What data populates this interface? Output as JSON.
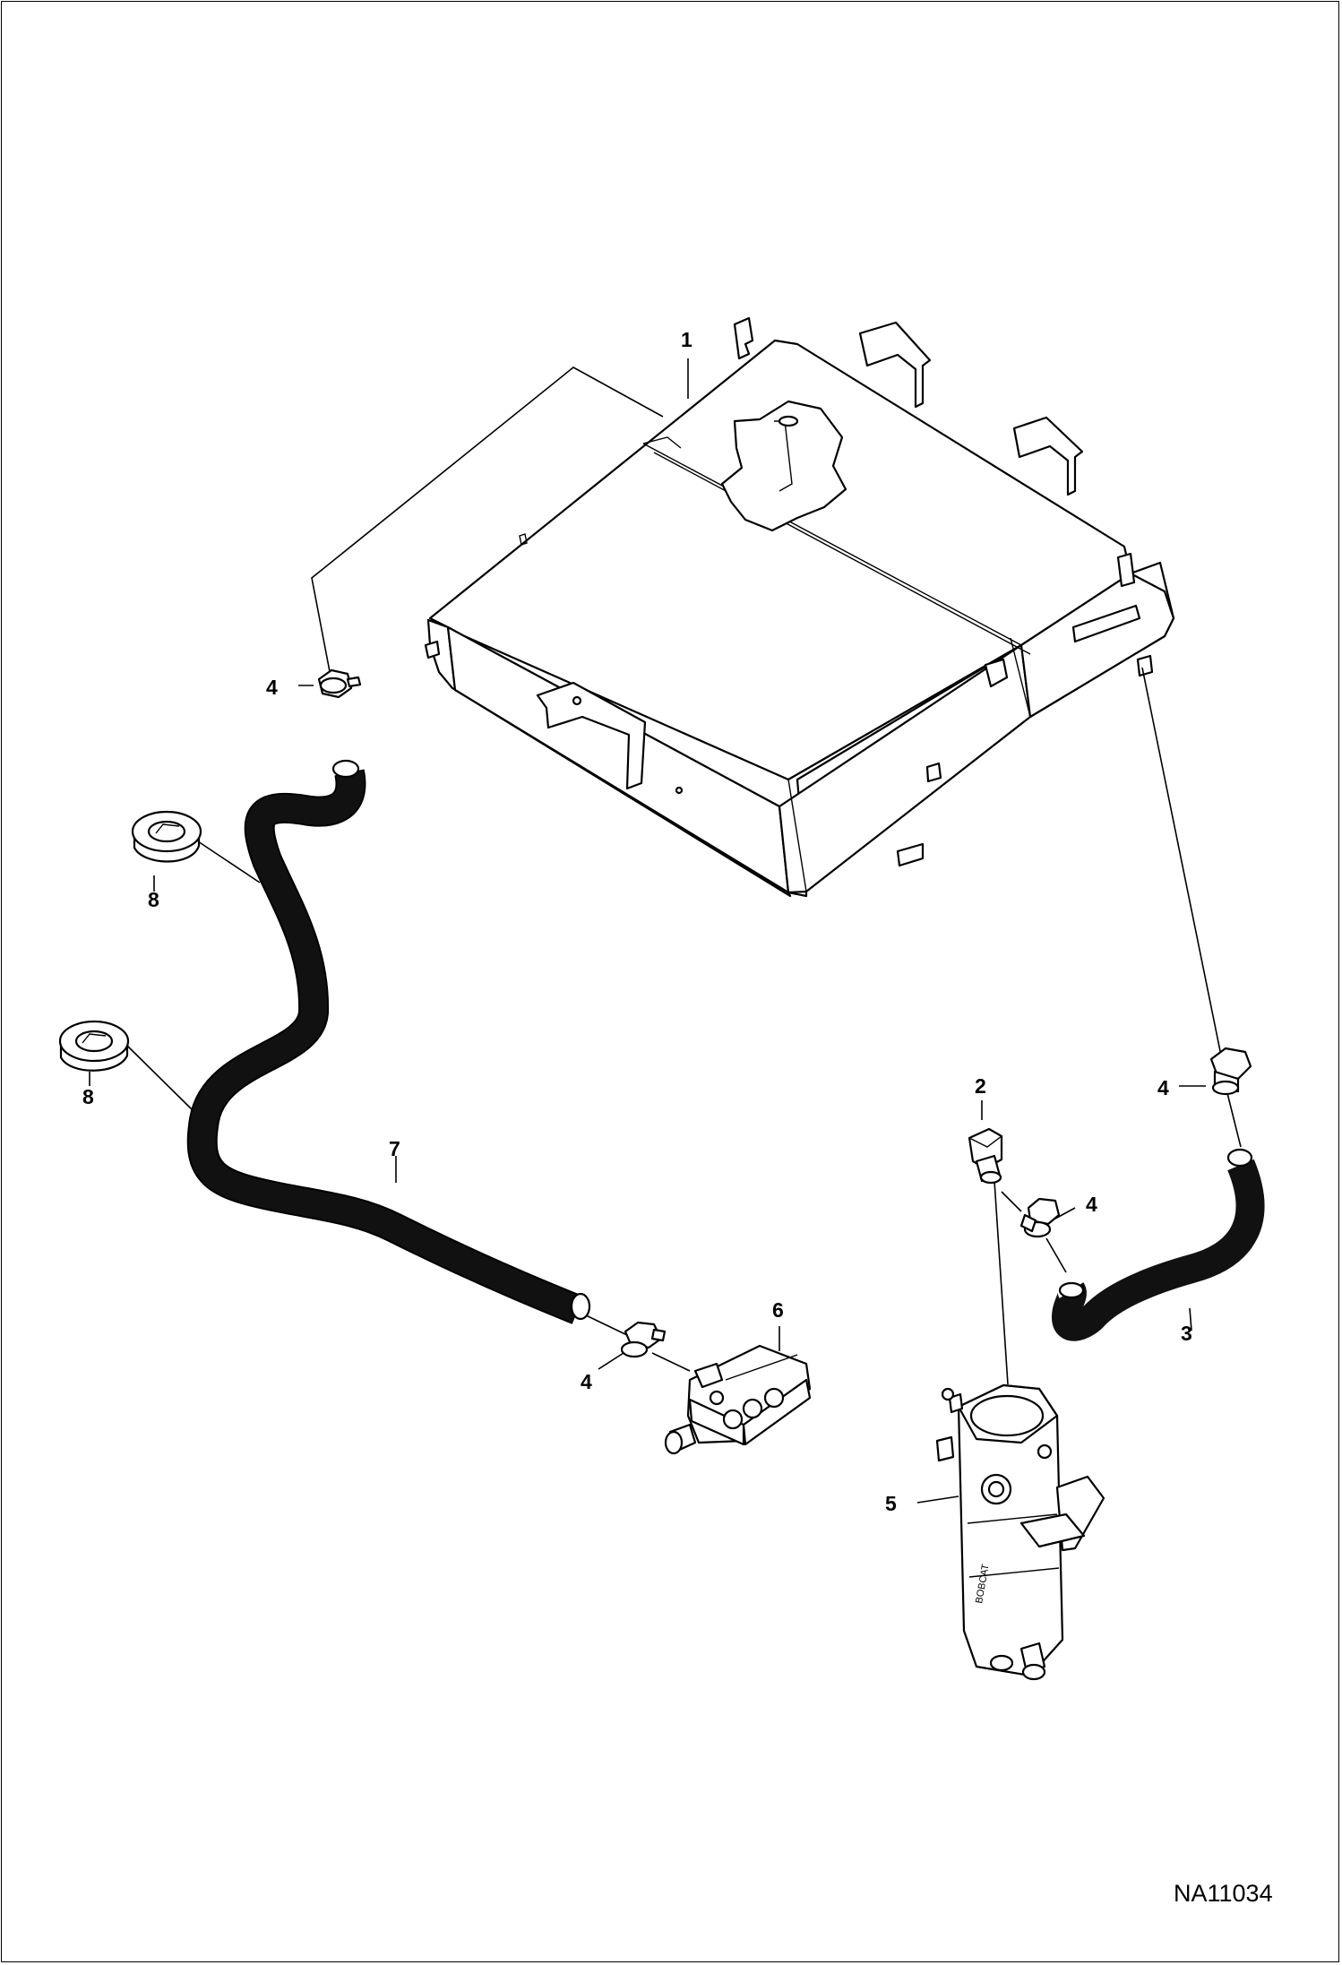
{
  "figure_id": "NA11034",
  "callouts": {
    "c1": "1",
    "c2": "2",
    "c3": "3",
    "c4a": "4",
    "c4b": "4",
    "c4c": "4",
    "c4d": "4",
    "c5": "5",
    "c6": "6",
    "c7": "7",
    "c8a": "8",
    "c8b": "8"
  },
  "colors": {
    "line": "#000000",
    "background": "#ffffff"
  }
}
